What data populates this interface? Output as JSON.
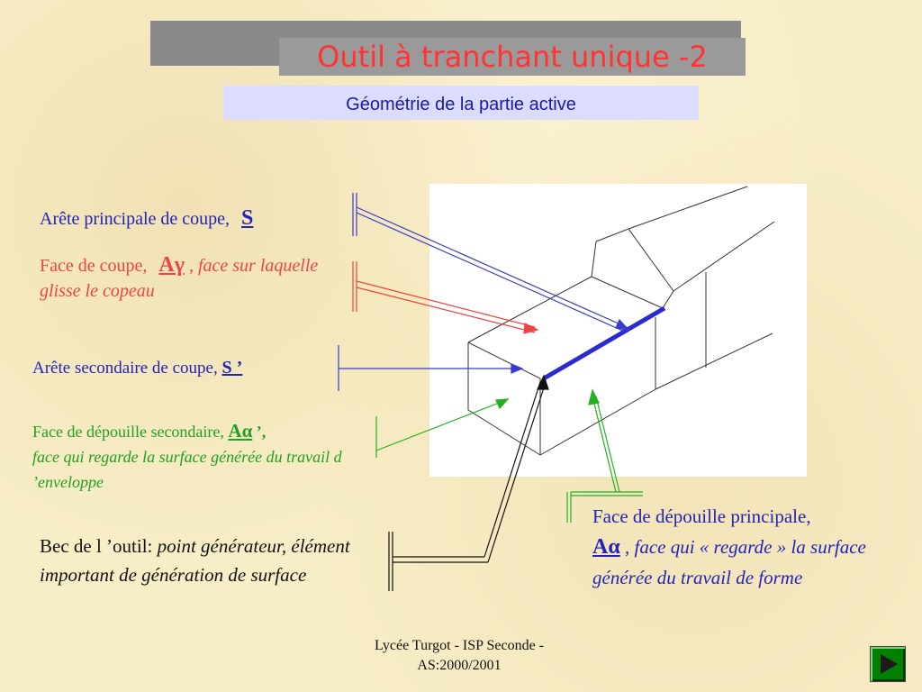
{
  "slide": {
    "title": "Outil à tranchant unique -2",
    "subtitle": "Géométrie de la partie active"
  },
  "labels": {
    "arete_principale": {
      "text": "Arête principale de coupe,",
      "symbol": "S"
    },
    "face_coupe": {
      "text": "Face de coupe,",
      "symbol": "Aγ",
      "separator": ",",
      "description": "face sur laquelle glisse le copeau"
    },
    "arete_secondaire": {
      "text": "Arête secondaire de coupe,",
      "symbol": "S ’"
    },
    "face_depouille_secondaire": {
      "text": "Face de dépouille secondaire,",
      "symbol": "Aα",
      "symbol_suffix": "’,",
      "description": "face qui regarde la surface générée du travail d ’enveloppe"
    },
    "bec_outil": {
      "text": "Bec de l ’outil:",
      "description": "point générateur, élément important de génération de surface"
    },
    "face_depouille_principale": {
      "text": "Face de dépouille principale,",
      "symbol": "Aα",
      "separator": ",",
      "description": "face qui « regarde » la surface générée du travail de forme"
    }
  },
  "colors": {
    "title": "#ff3333",
    "subtitle": "#1a1aa8",
    "blue": "#2323b4",
    "red": "#ee4444",
    "green": "#22a022",
    "cutting_edge": "#2b2bd0"
  },
  "footer": {
    "line1": "Lycée Turgot - ISP Seconde -",
    "line2": "AS:2000/2001"
  },
  "navigation": {
    "next_icon": "play-triangle-icon"
  }
}
